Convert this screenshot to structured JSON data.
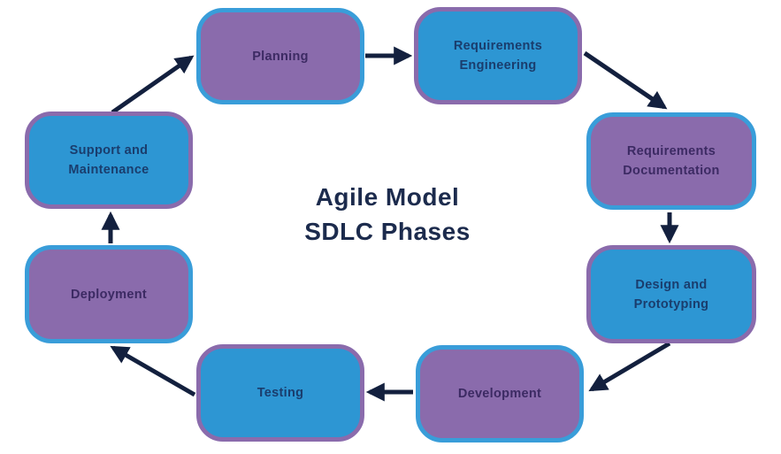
{
  "diagram": {
    "title_line1": "Agile Model",
    "title_line2": "SDLC Phases"
  },
  "phases": [
    {
      "label": "Planning",
      "variant": "purple"
    },
    {
      "label": "Requirements Engineering",
      "variant": "blue"
    },
    {
      "label": "Requirements Documentation",
      "variant": "purple"
    },
    {
      "label": "Design and Prototyping",
      "variant": "blue"
    },
    {
      "label": "Development",
      "variant": "purple"
    },
    {
      "label": "Testing",
      "variant": "blue"
    },
    {
      "label": "Deployment",
      "variant": "purple"
    },
    {
      "label": "Support and Maintenance",
      "variant": "blue"
    }
  ],
  "colors": {
    "blue_fill": "#2d96d3",
    "blue_border": "#399dd9",
    "purple_fill": "#8a6bac",
    "purple_border": "#8a6bac",
    "arrow_navy": "#13203e",
    "title_navy": "#1c2b4d",
    "text_on_blue": "#1a3d6d",
    "text_on_purple": "#3c2a63",
    "background": "#ffffff"
  }
}
